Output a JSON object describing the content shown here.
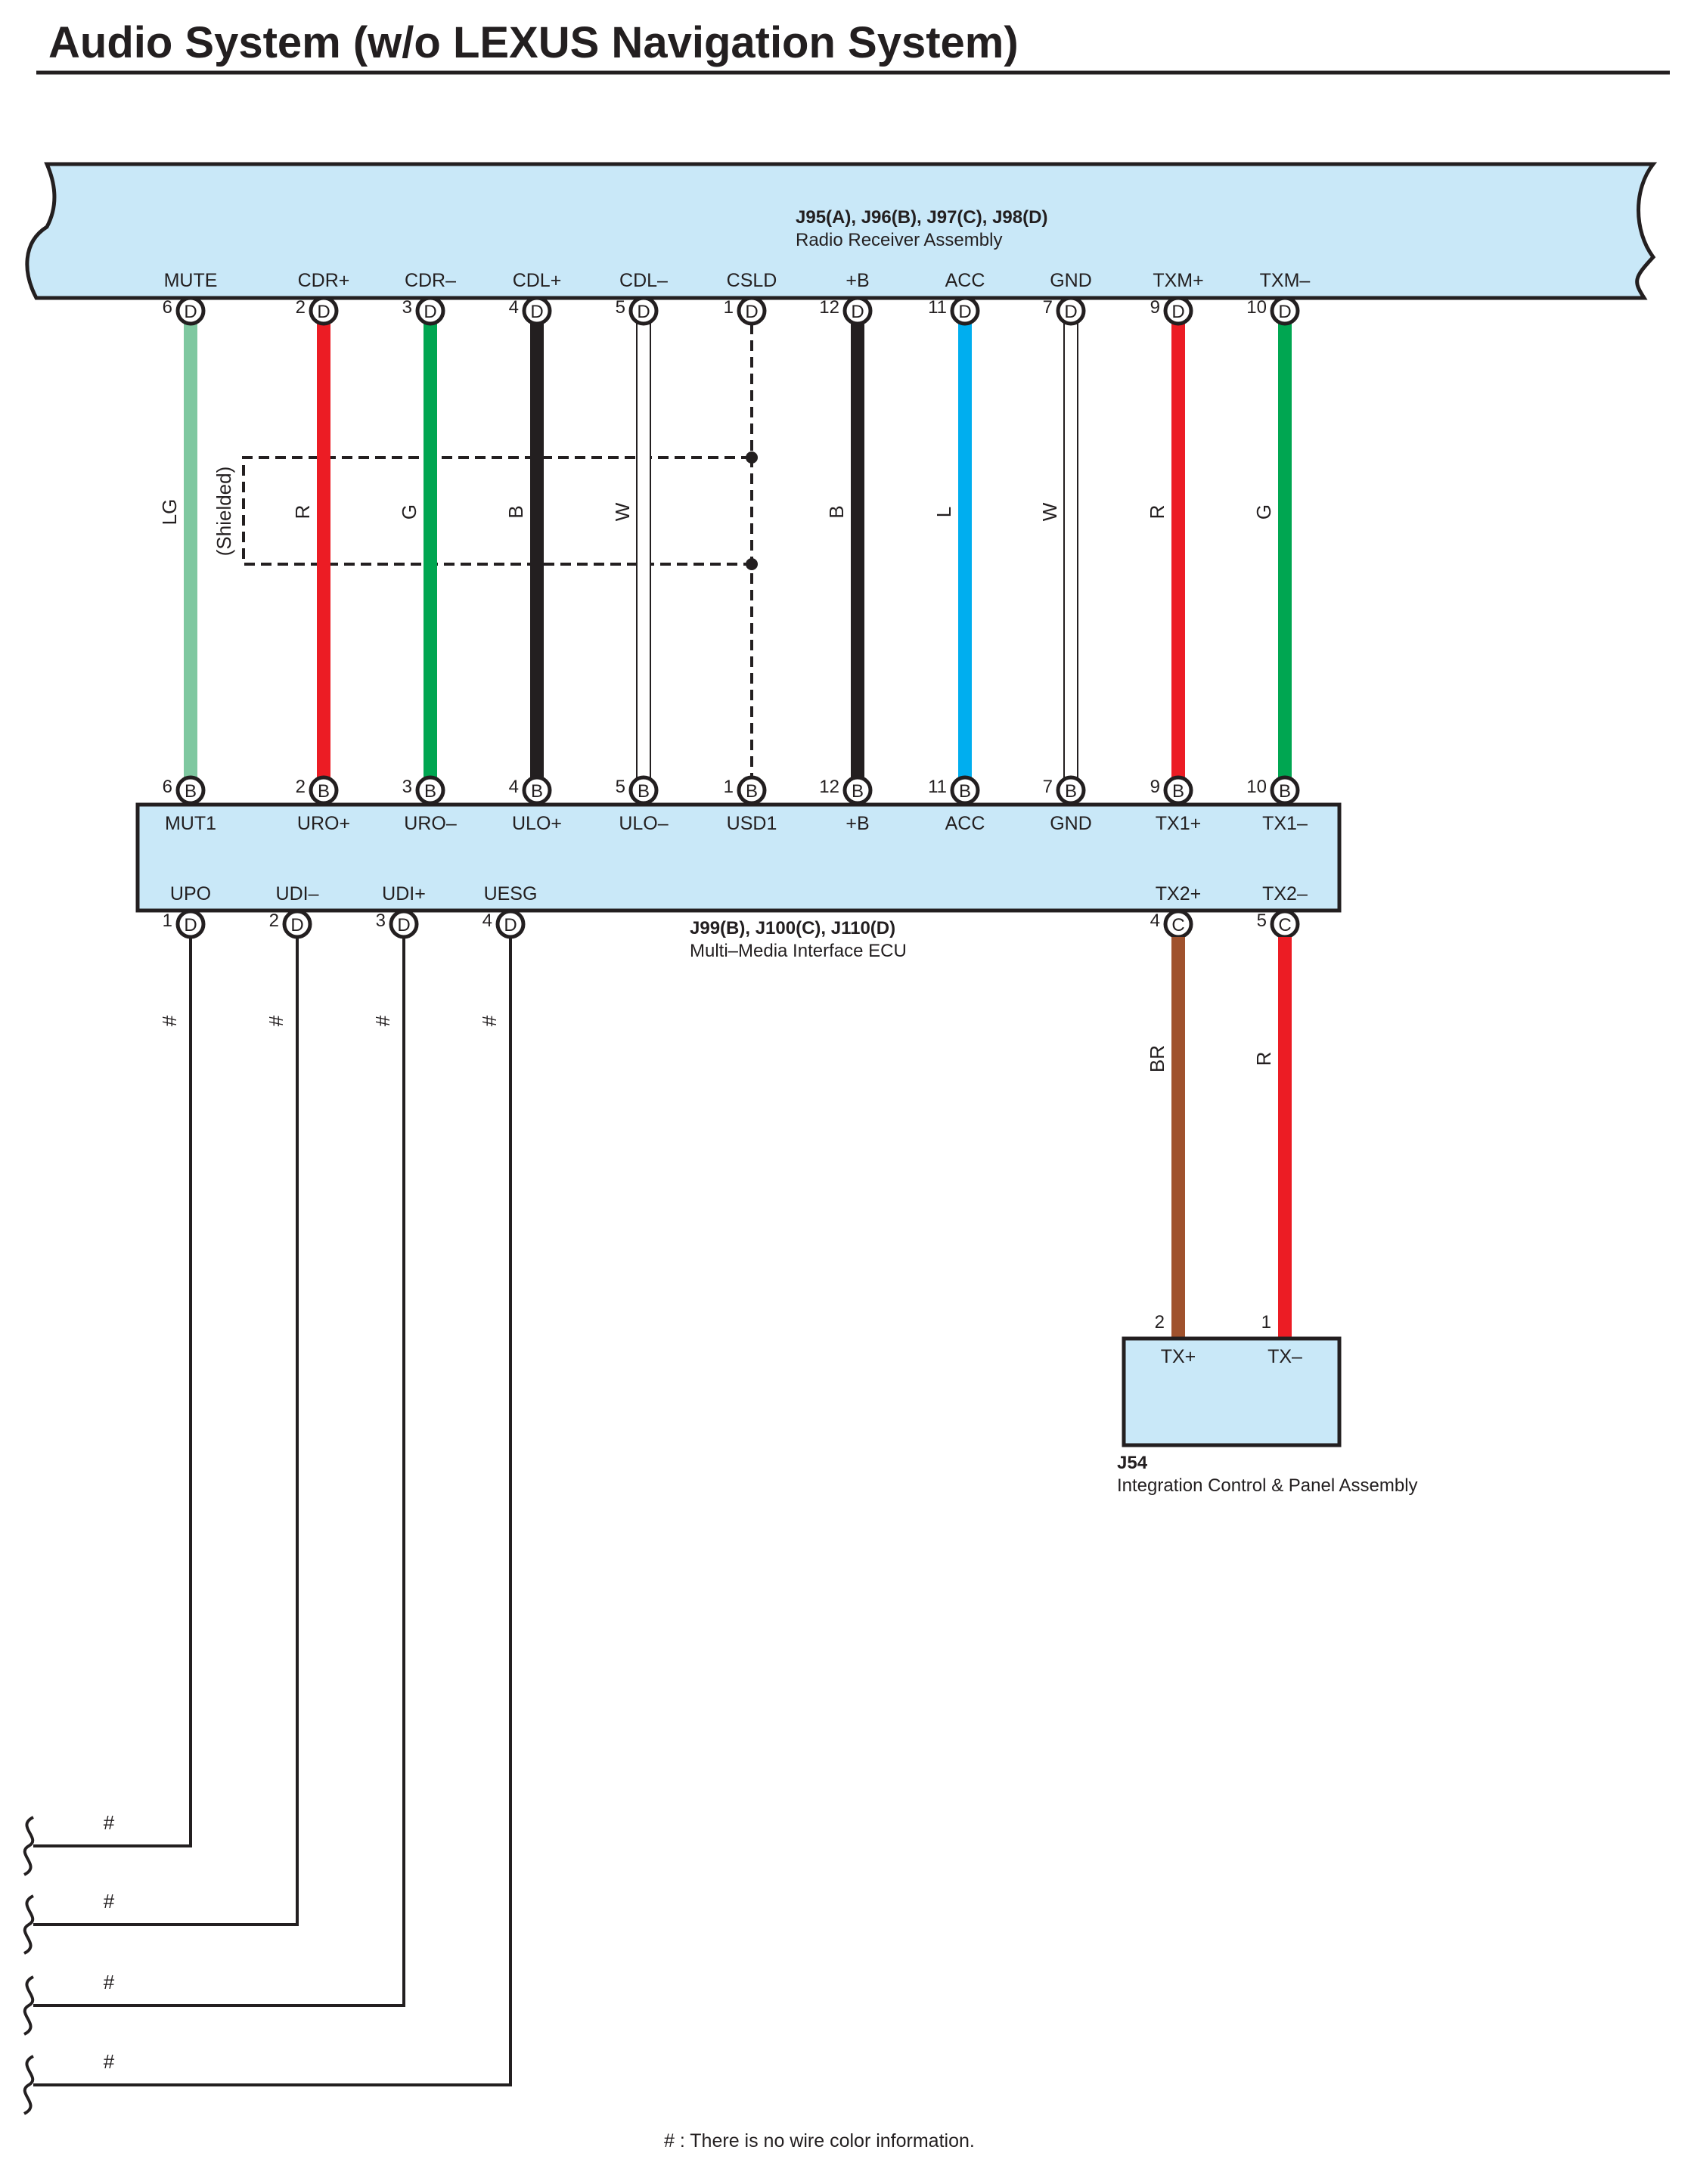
{
  "title": "Audio System (w/o LEXUS Navigation System)",
  "colors": {
    "component_fill": "#c9e8f8",
    "outline": "#231f20",
    "LG": "#7fc8a0",
    "R": "#ec1c24",
    "G": "#00a651",
    "B": "#231f20",
    "W": "#ffffff",
    "L": "#00aeef",
    "BR": "#a0522d"
  },
  "radio_receiver": {
    "code": "J95(A), J96(B), J97(C), J98(D)",
    "name": "Radio Receiver Assembly",
    "pins": [
      {
        "terminal": "MUTE",
        "pin": "6",
        "connector": "D"
      },
      {
        "terminal": "CDR+",
        "pin": "2",
        "connector": "D"
      },
      {
        "terminal": "CDR–",
        "pin": "3",
        "connector": "D"
      },
      {
        "terminal": "CDL+",
        "pin": "4",
        "connector": "D"
      },
      {
        "terminal": "CDL–",
        "pin": "5",
        "connector": "D"
      },
      {
        "terminal": "CSLD",
        "pin": "1",
        "connector": "D"
      },
      {
        "terminal": "+B",
        "pin": "12",
        "connector": "D"
      },
      {
        "terminal": "ACC",
        "pin": "11",
        "connector": "D"
      },
      {
        "terminal": "GND",
        "pin": "7",
        "connector": "D"
      },
      {
        "terminal": "TXM+",
        "pin": "9",
        "connector": "D"
      },
      {
        "terminal": "TXM–",
        "pin": "10",
        "connector": "D"
      }
    ]
  },
  "wires_upper": [
    {
      "color": "LG"
    },
    {
      "color": "R"
    },
    {
      "color": "G"
    },
    {
      "color": "B"
    },
    {
      "color": "W"
    },
    {
      "color": ""
    },
    {
      "color": "B"
    },
    {
      "color": "L"
    },
    {
      "color": "W"
    },
    {
      "color": "R"
    },
    {
      "color": "G"
    }
  ],
  "shielded_label": "(Shielded)",
  "mmi_ecu": {
    "code": "J99(B), J100(C), J110(D)",
    "name": "Multi–Media Interface ECU",
    "top_pins": [
      {
        "terminal": "MUT1",
        "pin": "6",
        "connector": "B"
      },
      {
        "terminal": "URO+",
        "pin": "2",
        "connector": "B"
      },
      {
        "terminal": "URO–",
        "pin": "3",
        "connector": "B"
      },
      {
        "terminal": "ULO+",
        "pin": "4",
        "connector": "B"
      },
      {
        "terminal": "ULO–",
        "pin": "5",
        "connector": "B"
      },
      {
        "terminal": "USD1",
        "pin": "1",
        "connector": "B"
      },
      {
        "terminal": "+B",
        "pin": "12",
        "connector": "B"
      },
      {
        "terminal": "ACC",
        "pin": "11",
        "connector": "B"
      },
      {
        "terminal": "GND",
        "pin": "7",
        "connector": "B"
      },
      {
        "terminal": "TX1+",
        "pin": "9",
        "connector": "B"
      },
      {
        "terminal": "TX1–",
        "pin": "10",
        "connector": "B"
      }
    ],
    "bottom_pins": [
      {
        "terminal": "UPO",
        "pin": "1",
        "connector": "D"
      },
      {
        "terminal": "UDI–",
        "pin": "2",
        "connector": "D"
      },
      {
        "terminal": "UDI+",
        "pin": "3",
        "connector": "D"
      },
      {
        "terminal": "UESG",
        "pin": "4",
        "connector": "D"
      },
      {
        "terminal": "TX2+",
        "pin": "4",
        "connector": "C"
      },
      {
        "terminal": "TX2–",
        "pin": "5",
        "connector": "C"
      }
    ]
  },
  "lower_wire_mark": "#",
  "lower_right_wires": [
    {
      "color": "BR"
    },
    {
      "color": "R"
    }
  ],
  "integration_panel": {
    "code": "J54",
    "name": "Integration Control & Panel Assembly",
    "pins": [
      {
        "terminal": "TX+",
        "pin": "2"
      },
      {
        "terminal": "TX–",
        "pin": "1"
      }
    ]
  },
  "footnote": "# : There is no wire color information."
}
